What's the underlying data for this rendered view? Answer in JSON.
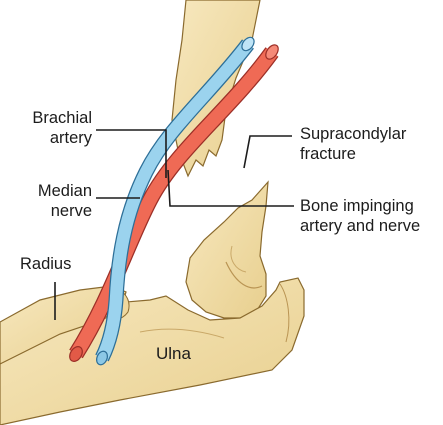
{
  "labels": {
    "brachial_artery": [
      "Brachial",
      "artery"
    ],
    "median_nerve": [
      "Median",
      "nerve"
    ],
    "radius": "Radius",
    "supracondylar_fracture": [
      "Supracondylar",
      "fracture"
    ],
    "bone_impinging": [
      "Bone impinging",
      "artery and nerve"
    ],
    "ulna": "Ulna"
  },
  "colors": {
    "bone_fill": "#f3dfaa",
    "bone_shade": "#d9bf7c",
    "bone_outline": "#8a6a2e",
    "artery": "#ef6a55",
    "artery_dark": "#c8453a",
    "nerve": "#9bd3ee",
    "nerve_dark": "#3d8fbf",
    "leader": "#1c1c1c"
  }
}
